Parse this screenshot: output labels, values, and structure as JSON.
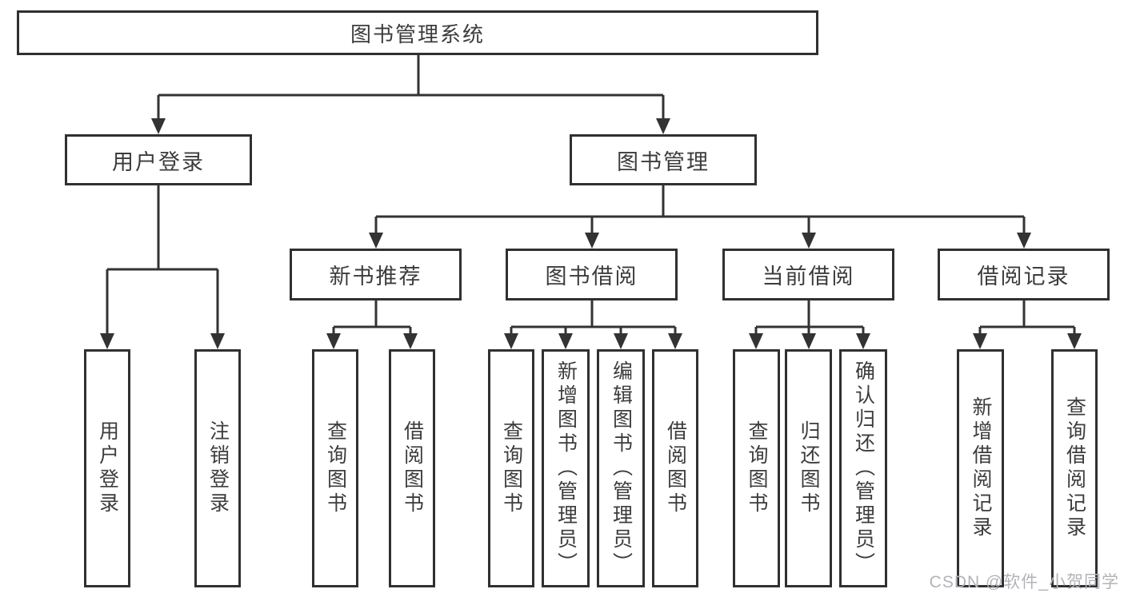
{
  "diagram": {
    "root": {
      "label": "图书管理系统"
    },
    "branches": [
      {
        "label": "用户登录",
        "leaves": [
          {
            "label": "用户登录"
          },
          {
            "label": "注销登录"
          }
        ]
      },
      {
        "label": "图书管理",
        "groups": [
          {
            "label": "新书推荐",
            "leaves": [
              {
                "label": "查询图书"
              },
              {
                "label": "借阅图书"
              }
            ]
          },
          {
            "label": "图书借阅",
            "leaves": [
              {
                "label": "查询图书"
              },
              {
                "label": "新增图书（管理员）"
              },
              {
                "label": "编辑图书（管理员）"
              },
              {
                "label": "借阅图书"
              }
            ]
          },
          {
            "label": "当前借阅",
            "leaves": [
              {
                "label": "查询图书"
              },
              {
                "label": "归还图书"
              },
              {
                "label": "确认归还（管理员）"
              }
            ]
          },
          {
            "label": "借阅记录",
            "leaves": [
              {
                "label": "新增借阅记录"
              },
              {
                "label": "查询借阅记录"
              }
            ]
          }
        ]
      }
    ]
  },
  "watermark": {
    "text": "CSDN @软件_小贺同学"
  },
  "colors": {
    "line": "#333333",
    "box_border": "#303030",
    "text": "#3c3c3c",
    "watermark": "#b3b3b8",
    "background": "#ffffff"
  }
}
